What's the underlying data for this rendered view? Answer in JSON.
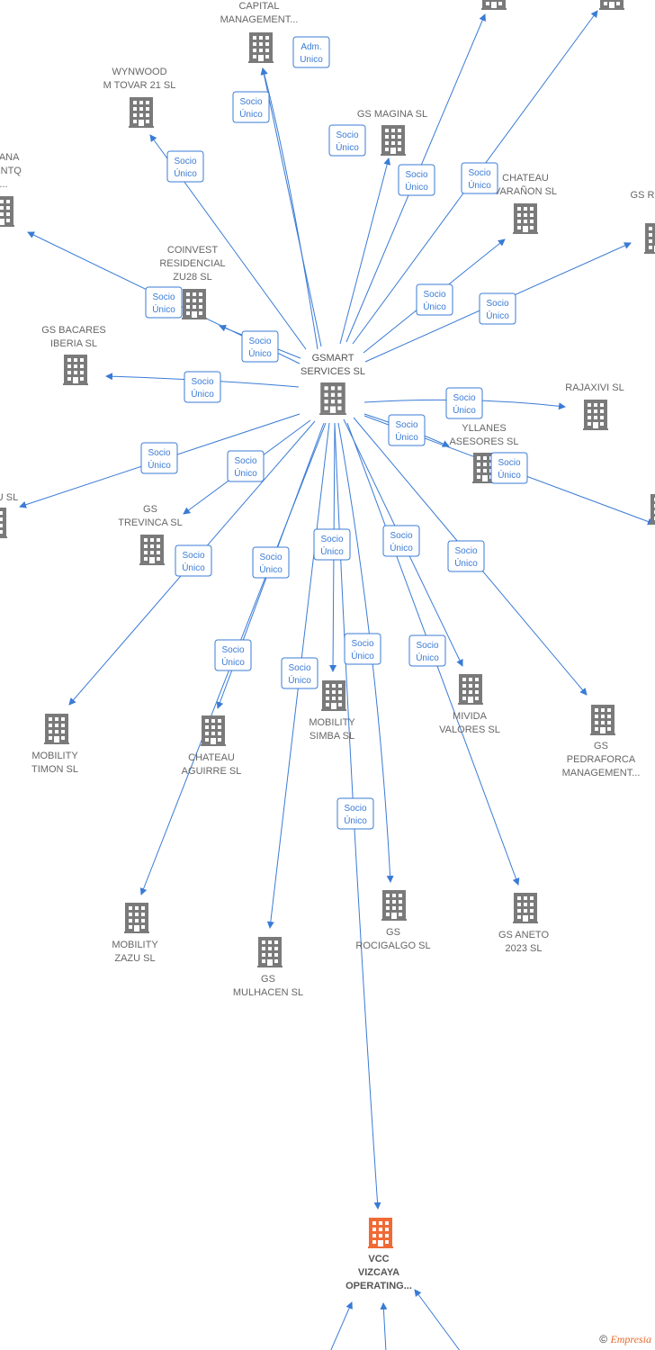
{
  "colors": {
    "edge": "#3a7bd5",
    "building": "#7a7a7a",
    "target": "#f06a35"
  },
  "root": {
    "id": "gsmart",
    "lines": [
      "GSMART",
      "SERVICES  SL"
    ]
  },
  "target": {
    "id": "vcc",
    "lines": [
      "VCC",
      "VIZCAYA",
      "OPERATING..."
    ]
  },
  "nodes": [
    {
      "id": "capital",
      "lines": [
        "CAPITAL",
        "MANAGEMENT..."
      ],
      "icon": "building-icon"
    },
    {
      "id": "wynwood",
      "lines": [
        "WYNWOOD",
        "M TOVAR 21  SL"
      ],
      "icon": "building-icon"
    },
    {
      "id": "llana",
      "lines": [
        "LLANA",
        "MENTQ",
        "..."
      ],
      "icon": "building-icon"
    },
    {
      "id": "gs-magina",
      "lines": [
        "GS MAGINA  SL"
      ],
      "icon": "building-icon"
    },
    {
      "id": "chateau-varanon",
      "lines": [
        "CHATEAU",
        "VARAÑON  SL"
      ],
      "icon": "building-icon"
    },
    {
      "id": "gs-r",
      "lines": [
        "GS R"
      ],
      "icon": "building-icon"
    },
    {
      "id": "coinvest",
      "lines": [
        "COINVEST",
        "RESIDENCIAL",
        "ZU28  SL"
      ],
      "icon": "building-icon"
    },
    {
      "id": "gs-bacares",
      "lines": [
        "GS BACARES",
        "IBERIA  SL"
      ],
      "icon": "building-icon"
    },
    {
      "id": "rajaxivi",
      "lines": [
        "RAJAXIVI  SL"
      ],
      "icon": "building-icon"
    },
    {
      "id": "yllanes",
      "lines": [
        "YLLANES",
        "ASESORES  SL"
      ],
      "icon": "building-icon"
    },
    {
      "id": "left-u",
      "lines": [
        "U  SL"
      ],
      "icon": "building-icon"
    },
    {
      "id": "gs-trevinca",
      "lines": [
        "GS",
        "TREVINCA  SL"
      ],
      "icon": "building-icon"
    },
    {
      "id": "mobility-timon",
      "lines": [
        "MOBILITY",
        "TIMON  SL"
      ],
      "icon": "building-icon"
    },
    {
      "id": "chateau-aguirre",
      "lines": [
        "CHATEAU",
        "AGUIRRE  SL"
      ],
      "icon": "building-icon"
    },
    {
      "id": "mobility-simba",
      "lines": [
        "MOBILITY",
        "SIMBA  SL"
      ],
      "icon": "building-icon"
    },
    {
      "id": "mivida",
      "lines": [
        "MIVIDA",
        "VALORES  SL"
      ],
      "icon": "building-icon"
    },
    {
      "id": "gs-pedraforca",
      "lines": [
        "GS",
        "PEDRAFORCA",
        "MANAGEMENT..."
      ],
      "icon": "building-icon"
    },
    {
      "id": "mobility-zazu",
      "lines": [
        "MOBILITY",
        "ZAZU  SL"
      ],
      "icon": "building-icon"
    },
    {
      "id": "gs-mulhacen",
      "lines": [
        "GS",
        "MULHACEN  SL"
      ],
      "icon": "building-icon"
    },
    {
      "id": "gs-rocigalgo",
      "lines": [
        "GS",
        "ROCIGALGO  SL"
      ],
      "icon": "building-icon"
    },
    {
      "id": "gs-aneto",
      "lines": [
        "GS ANETO",
        "2023  SL"
      ],
      "icon": "building-icon"
    },
    {
      "id": "top-a",
      "lines": [],
      "icon": "building-icon"
    },
    {
      "id": "top-b",
      "lines": [],
      "icon": "building-icon"
    },
    {
      "id": "right-edge",
      "lines": [],
      "icon": "building-icon"
    }
  ],
  "relations": [
    {
      "to": "capital",
      "lines": [
        "Socio",
        "Único"
      ]
    },
    {
      "to": "capital",
      "lines": [
        "Adm.",
        "Unico"
      ]
    },
    {
      "to": "wynwood",
      "lines": [
        "Socio",
        "Único"
      ]
    },
    {
      "to": "gs-magina",
      "lines": [
        "Socio",
        "Único"
      ]
    },
    {
      "to": "top-a",
      "lines": [
        "Socio",
        "Único"
      ]
    },
    {
      "to": "top-b",
      "lines": [
        "Socio",
        "Único"
      ]
    },
    {
      "to": "chateau-varanon",
      "lines": [
        "Socio",
        "Único"
      ]
    },
    {
      "to": "gs-r",
      "lines": [
        "Socio",
        "Único"
      ]
    },
    {
      "to": "coinvest",
      "lines": [
        "Socio",
        "Único"
      ]
    },
    {
      "to": "llana",
      "lines": [
        "Socio",
        "Único"
      ]
    },
    {
      "to": "gs-bacares",
      "lines": [
        "Socio",
        "Único"
      ]
    },
    {
      "to": "rajaxivi",
      "lines": [
        "Socio",
        "Único"
      ]
    },
    {
      "to": "yllanes",
      "lines": [
        "Socio",
        "Único"
      ]
    },
    {
      "to": "right-edge",
      "lines": [
        "Socio",
        "Único"
      ]
    },
    {
      "to": "left-u",
      "lines": [
        "Socio",
        "Único"
      ]
    },
    {
      "to": "gs-trevinca",
      "lines": [
        "Socio",
        "Único"
      ]
    },
    {
      "to": "mobility-timon",
      "lines": [
        "Socio",
        "Único"
      ]
    },
    {
      "to": "chateau-aguirre",
      "lines": [
        "Socio",
        "Único"
      ]
    },
    {
      "to": "mobility-zazu",
      "lines": [
        "Socio",
        "Único"
      ]
    },
    {
      "to": "mobility-simba",
      "lines": [
        "Socio",
        "Único"
      ]
    },
    {
      "to": "gs-mulhacen",
      "lines": [
        "Socio",
        "Único"
      ]
    },
    {
      "to": "gs-rocigalgo",
      "lines": [
        "Socio",
        "Único"
      ]
    },
    {
      "to": "mivida",
      "lines": [
        "Socio",
        "Único"
      ]
    },
    {
      "to": "gs-aneto",
      "lines": [
        "Socio",
        "Único"
      ]
    },
    {
      "to": "gs-pedraforca",
      "lines": [
        "Socio",
        "Único"
      ]
    },
    {
      "to": "vcc",
      "lines": [
        "Socio",
        "Único"
      ]
    }
  ],
  "credit": {
    "symbol": "©",
    "brand": "Empresia"
  }
}
